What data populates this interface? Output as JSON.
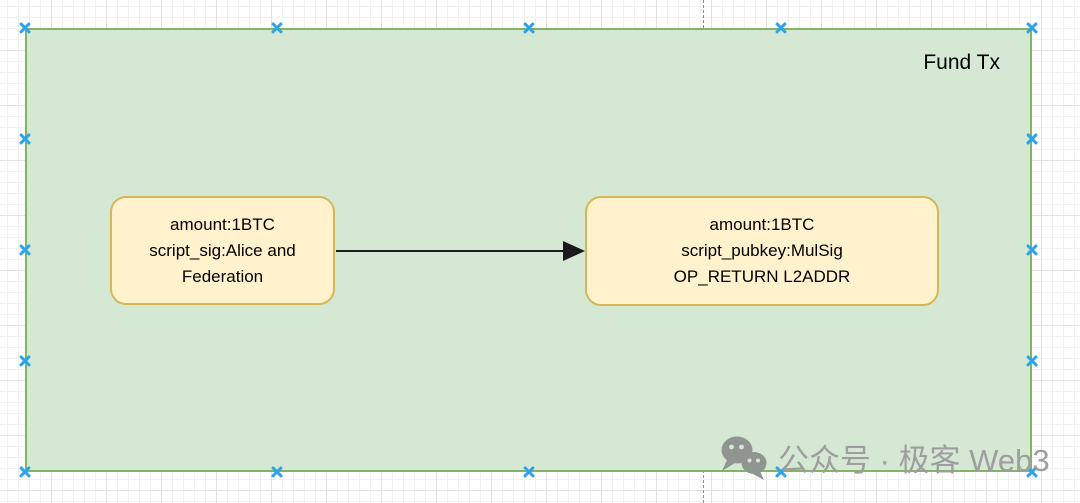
{
  "canvas": {
    "container": {
      "label": "Fund Tx"
    },
    "nodes": {
      "input": {
        "lines": [
          "amount:1BTC",
          "script_sig:Alice and",
          "Federation"
        ]
      },
      "output": {
        "lines": [
          "amount:1BTC",
          "script_pubkey:MulSig",
          "OP_RETURN L2ADDR"
        ]
      }
    },
    "edge": {
      "direction": "input-to-output"
    }
  },
  "watermark": {
    "icon": "wechat-icon",
    "text": "公众号 · 极客 Web3"
  },
  "colors": {
    "container_fill": "#d5e8d4",
    "container_border": "#82b366",
    "node_fill": "#fff2cc",
    "node_border": "#d6b656",
    "selection_handle": "#2fa3e8",
    "arrow": "#1a1a1a",
    "watermark_gray": "#9e9e9e"
  }
}
